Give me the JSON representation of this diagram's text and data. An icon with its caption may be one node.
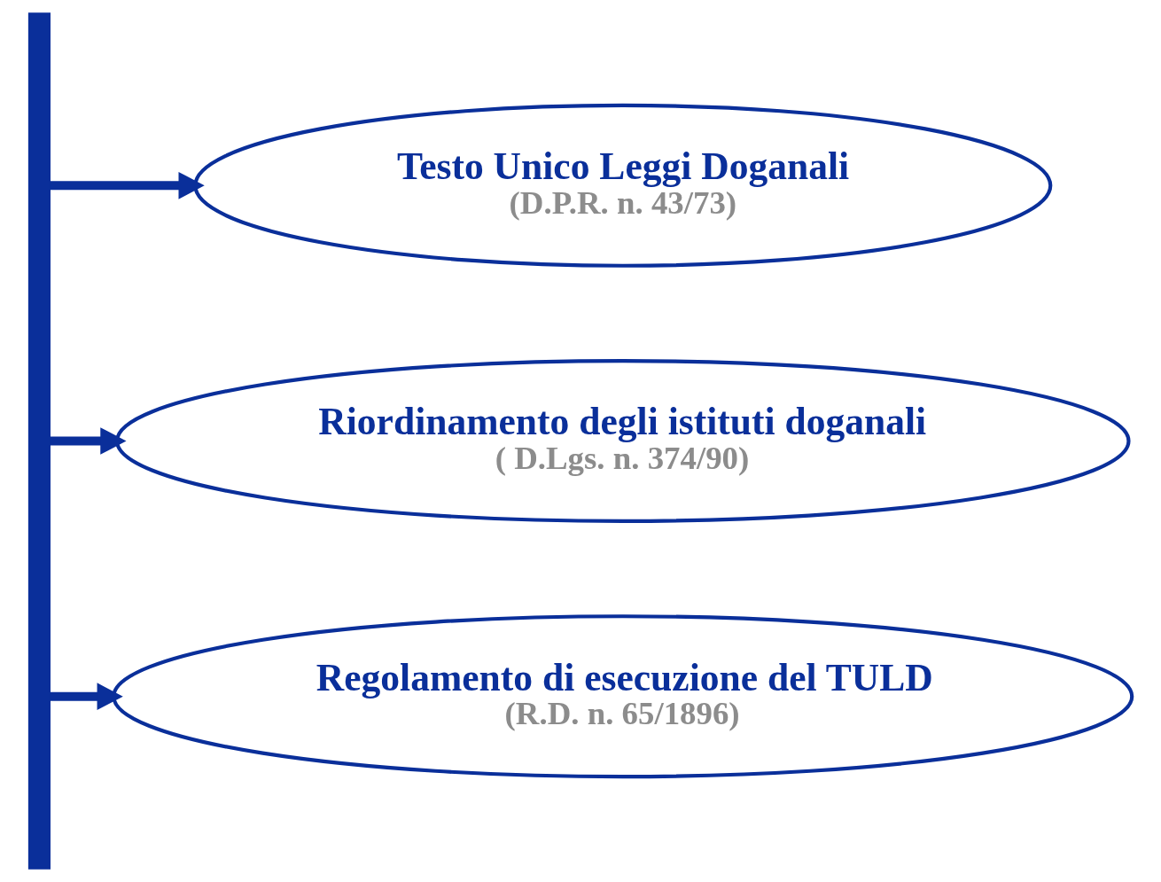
{
  "diagram": {
    "nodes": [
      {
        "text": [
          "Testo Unico Leggi Doganali",
          "(D.P.R. n. 43/73)"
        ]
      },
      {
        "text": [
          "Riordinamento degli istituti doganali",
          "( D.Lgs. n. 374/90)"
        ]
      },
      {
        "text": [
          "Regolamento di esecuzione del TULD",
          "(R.D. n. 65/1896)"
        ]
      },
      {
        "text": [],
        "shape": "bar"
      }
    ],
    "edges": [
      {
        "from": 3,
        "to": 0,
        "arrow": "to"
      },
      {
        "from": 3,
        "to": 1,
        "arrow": "to"
      },
      {
        "from": 3,
        "to": 2,
        "arrow": "to"
      }
    ]
  }
}
